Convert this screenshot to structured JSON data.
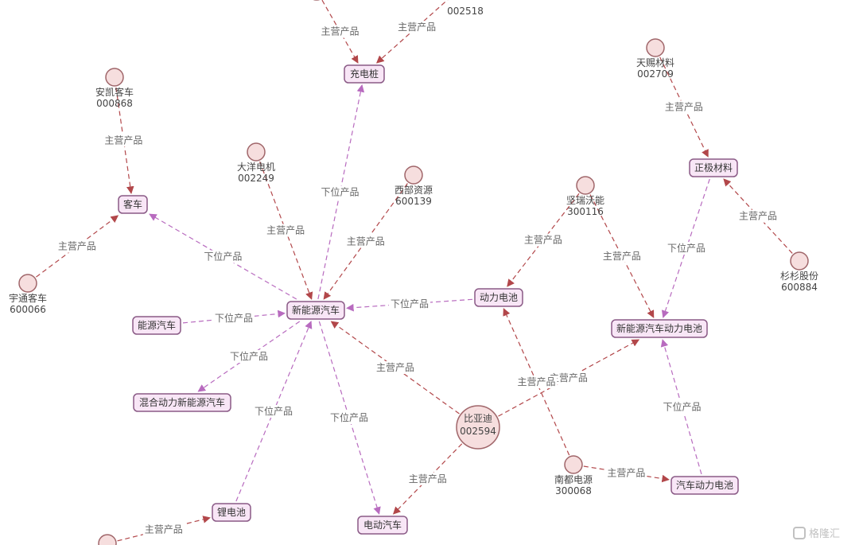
{
  "graph": {
    "companies": [
      {
        "id": "c_anka",
        "name": "安凯客车",
        "code": "000868"
      },
      {
        "id": "c_yutong",
        "name": "宇通客车",
        "code": "600066"
      },
      {
        "id": "c_dayang",
        "name": "大洋电机",
        "code": "002249"
      },
      {
        "id": "c_xibu",
        "name": "西部资源",
        "code": "600139"
      },
      {
        "id": "c_jianrui",
        "name": "坚瑞沃能",
        "code": "300116"
      },
      {
        "id": "c_tianci",
        "name": "天赐材料",
        "code": "002709"
      },
      {
        "id": "c_shanshan",
        "name": "杉杉股份",
        "code": "600884"
      },
      {
        "id": "c_byd",
        "name": "比亚迪",
        "code": "002594"
      },
      {
        "id": "c_nandu",
        "name": "南都电源",
        "code": "300068"
      },
      {
        "id": "c_top1",
        "name": "",
        "code": ""
      },
      {
        "id": "c_top2",
        "name": "",
        "code": "002518"
      },
      {
        "id": "c_bottom",
        "name": "",
        "code": ""
      }
    ],
    "products": [
      {
        "id": "p_chongdianzhuang",
        "label": "充电桩"
      },
      {
        "id": "p_keche",
        "label": "客车"
      },
      {
        "id": "p_xinnengyuan",
        "label": "新能源汽车"
      },
      {
        "id": "p_nengyuan",
        "label": "能源汽车"
      },
      {
        "id": "p_hunhe",
        "label": "混合动力新能源汽车"
      },
      {
        "id": "p_dongli",
        "label": "动力电池"
      },
      {
        "id": "p_zhengji",
        "label": "正极材料"
      },
      {
        "id": "p_xnydongli",
        "label": "新能源汽车动力电池"
      },
      {
        "id": "p_liduanchi",
        "label": "锂电池"
      },
      {
        "id": "p_diandong",
        "label": "电动汽车"
      },
      {
        "id": "p_qiche",
        "label": "汽车动力电池"
      }
    ],
    "edges": [
      {
        "from": "c_top1",
        "to": "p_chongdianzhuang",
        "label": "主营产品",
        "type": "main"
      },
      {
        "from": "c_top2",
        "to": "p_chongdianzhuang",
        "label": "主营产品",
        "type": "main"
      },
      {
        "from": "c_anka",
        "to": "p_keche",
        "label": "主营产品",
        "type": "main"
      },
      {
        "from": "c_yutong",
        "to": "p_keche",
        "label": "主营产品",
        "type": "main"
      },
      {
        "from": "c_dayang",
        "to": "p_xinnengyuan",
        "label": "主营产品",
        "type": "main"
      },
      {
        "from": "c_xibu",
        "to": "p_xinnengyuan",
        "label": "主营产品",
        "type": "main"
      },
      {
        "from": "p_xinnengyuan",
        "to": "p_chongdianzhuang",
        "label": "下位产品",
        "type": "down"
      },
      {
        "from": "p_xinnengyuan",
        "to": "p_keche",
        "label": "下位产品",
        "type": "down"
      },
      {
        "from": "p_nengyuan",
        "to": "p_xinnengyuan",
        "label": "下位产品",
        "type": "down"
      },
      {
        "from": "p_xinnengyuan",
        "to": "p_hunhe",
        "label": "下位产品",
        "type": "down"
      },
      {
        "from": "p_dongli",
        "to": "p_xinnengyuan",
        "label": "下位产品",
        "type": "down"
      },
      {
        "from": "p_liduanchi",
        "to": "p_xinnengyuan",
        "label": "下位产品",
        "type": "down"
      },
      {
        "from": "p_xinnengyuan",
        "to": "p_diandong",
        "label": "下位产品",
        "type": "down"
      },
      {
        "from": "c_jianrui",
        "to": "p_dongli",
        "label": "主营产品",
        "type": "main"
      },
      {
        "from": "c_jianrui",
        "to": "p_xnydongli",
        "label": "主营产品",
        "type": "main"
      },
      {
        "from": "c_tianci",
        "to": "p_zhengji",
        "label": "主营产品",
        "type": "main"
      },
      {
        "from": "c_shanshan",
        "to": "p_zhengji",
        "label": "主营产品",
        "type": "main"
      },
      {
        "from": "p_zhengji",
        "to": "p_xnydongli",
        "label": "下位产品",
        "type": "down"
      },
      {
        "from": "c_byd",
        "to": "p_xinnengyuan",
        "label": "主营产品",
        "type": "main"
      },
      {
        "from": "c_byd",
        "to": "p_xnydongli",
        "label": "主营产品",
        "type": "main"
      },
      {
        "from": "c_byd",
        "to": "p_diandong",
        "label": "主营产品",
        "type": "main"
      },
      {
        "from": "c_nandu",
        "to": "p_dongli",
        "label": "主营产品",
        "type": "main"
      },
      {
        "from": "c_nandu",
        "to": "p_qiche",
        "label": "主营产品",
        "type": "main"
      },
      {
        "from": "p_qiche",
        "to": "p_xnydongli",
        "label": "下位产品",
        "type": "down"
      },
      {
        "from": "c_bottom",
        "to": "p_liduanchi",
        "label": "主营产品",
        "type": "main"
      }
    ],
    "colors": {
      "main_edge": "#b2474a",
      "down_edge": "#b86bbf",
      "company_fill": "#f6dede",
      "product_fill": "#f8e6f6"
    }
  },
  "watermark": {
    "text": "格隆汇",
    "icon": "gelonghui-logo-icon"
  }
}
